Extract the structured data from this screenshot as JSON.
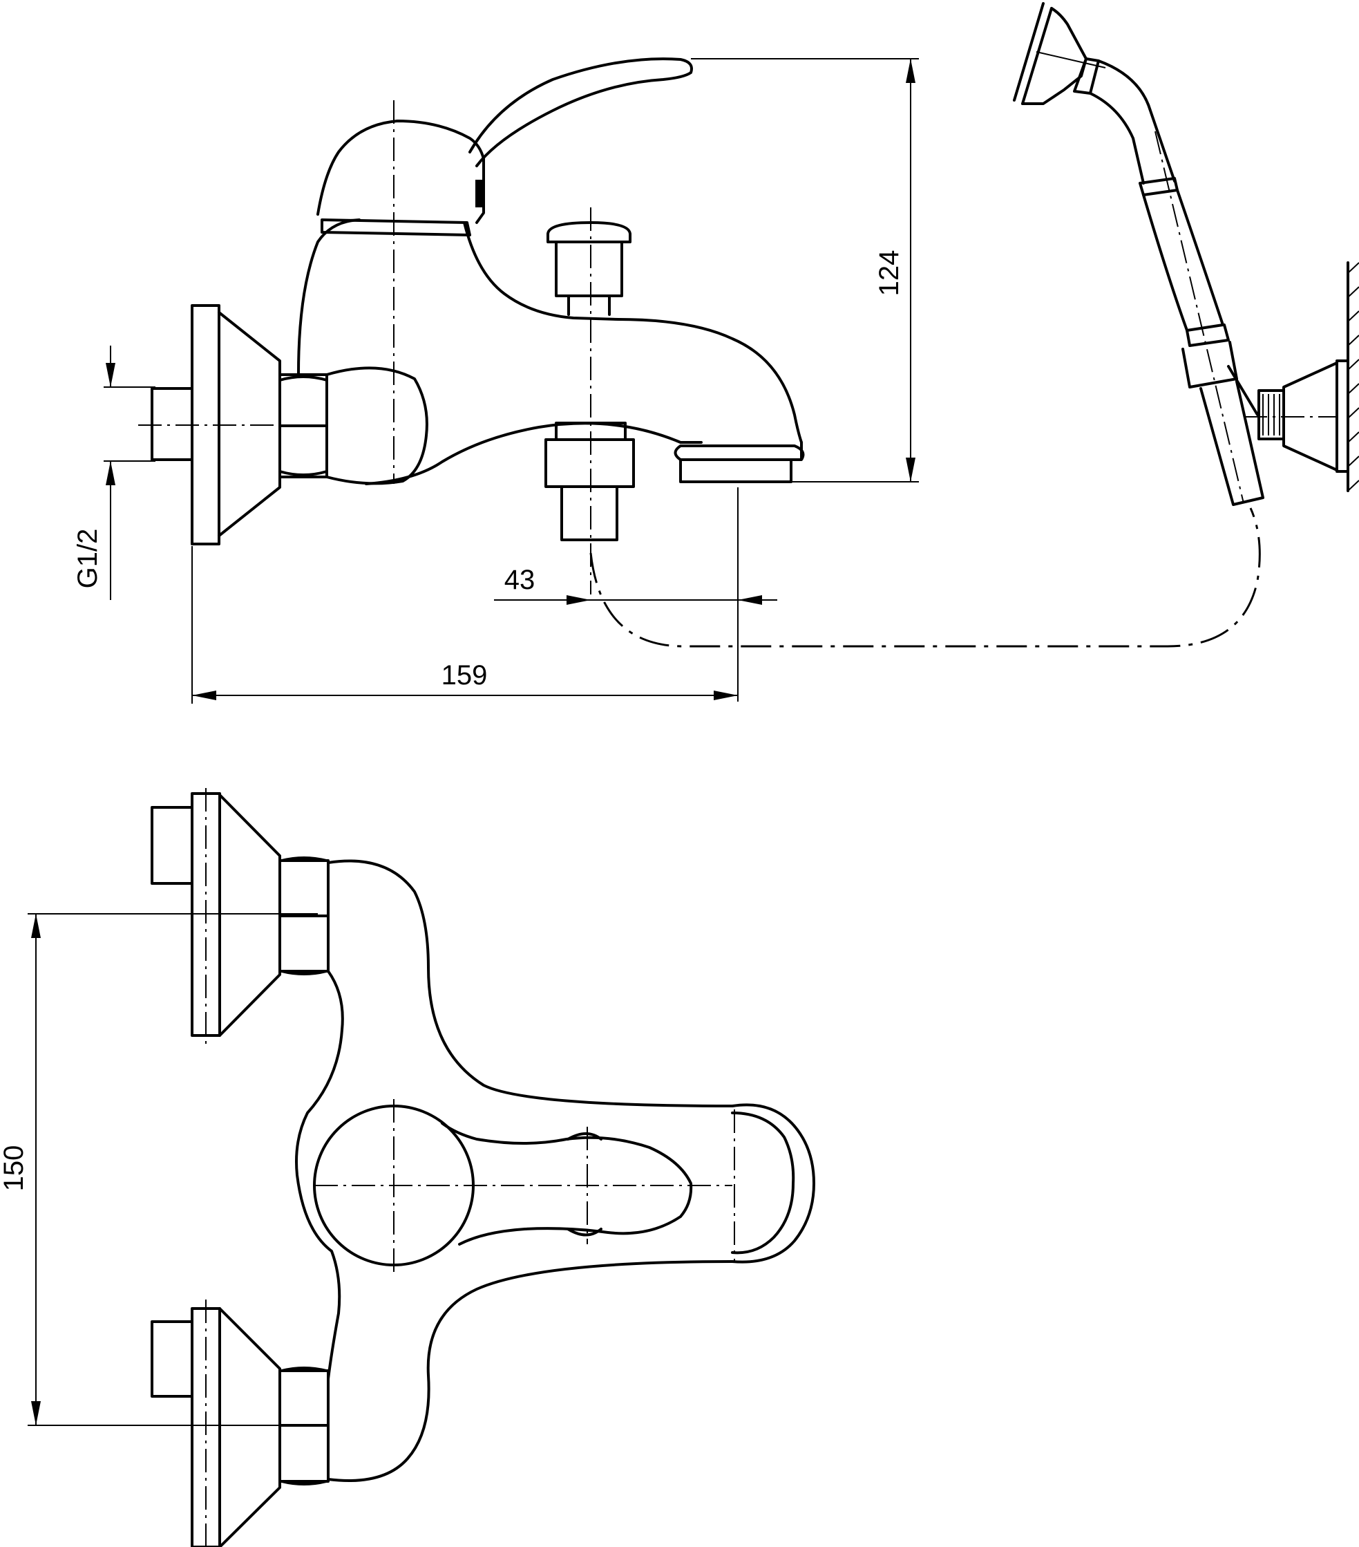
{
  "dimensions": {
    "width_overall": "159",
    "height_overall": "124",
    "spout_offset": "43",
    "connection_thread": "G1/2",
    "inlet_spacing": "150"
  }
}
